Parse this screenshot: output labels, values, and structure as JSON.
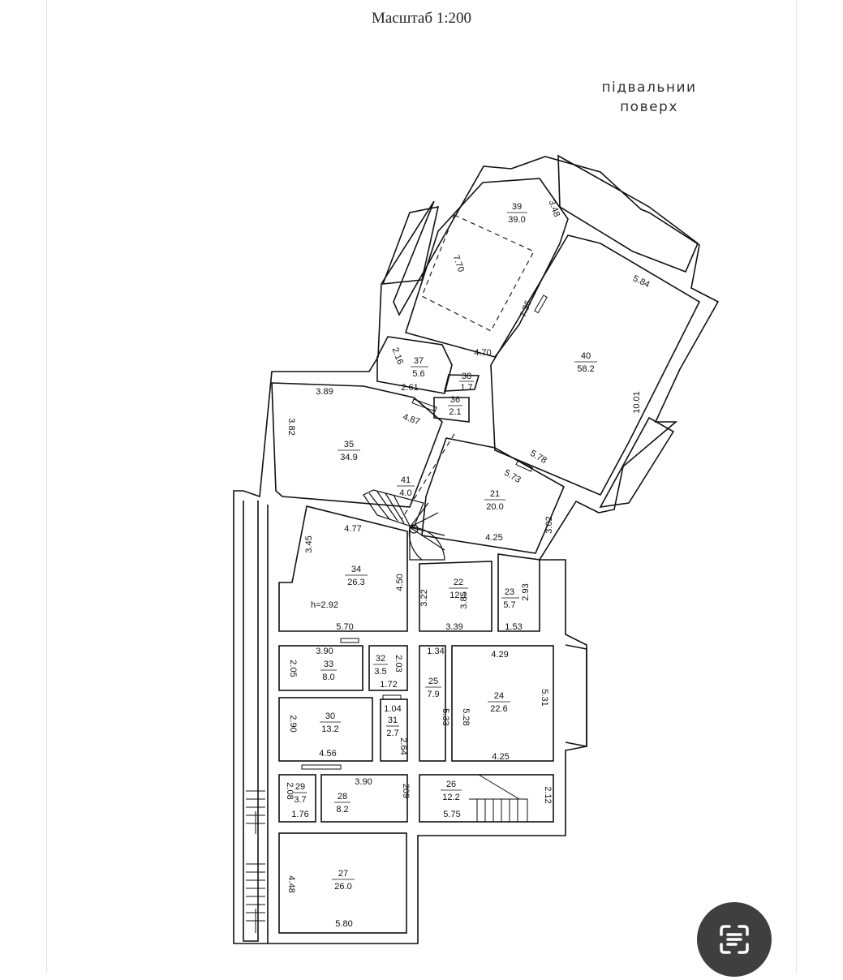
{
  "header": {
    "scale": "Масштаб 1:200"
  },
  "floor_label": {
    "line1": "підвальнии",
    "line2": "поверх"
  },
  "rooms": {
    "r39": {
      "num": "39",
      "area": "39.0"
    },
    "r40": {
      "num": "40",
      "area": "58.2"
    },
    "r37": {
      "num": "37",
      "area": "5.6"
    },
    "r38": {
      "num": "38",
      "area": "1.7"
    },
    "r36": {
      "num": "36",
      "area": "2.1"
    },
    "r35": {
      "num": "35",
      "area": "34.9"
    },
    "r41": {
      "num": "41",
      "area": "4.0"
    },
    "r21": {
      "num": "21",
      "area": "20.0"
    },
    "r34": {
      "num": "34",
      "area": "26.3"
    },
    "r22": {
      "num": "22",
      "area": "12.1"
    },
    "r23": {
      "num": "23",
      "area": "5.7"
    },
    "r33": {
      "num": "33",
      "area": "8.0"
    },
    "r32": {
      "num": "32",
      "area": "3.5"
    },
    "r25": {
      "num": "25",
      "area": "7.9"
    },
    "r24": {
      "num": "24",
      "area": "22.6"
    },
    "r30": {
      "num": "30",
      "area": "13.2"
    },
    "r31": {
      "num": "31",
      "area": "2.7"
    },
    "r29": {
      "num": "29",
      "area": "3.7"
    },
    "r28": {
      "num": "28",
      "area": "8.2"
    },
    "r26": {
      "num": "26",
      "area": "12.2"
    },
    "r27": {
      "num": "27",
      "area": "26.0"
    }
  },
  "dimensions": {
    "d3_48": "3.48",
    "d7_70": "7.70",
    "d7_36": "7.36",
    "d5_84": "5.84",
    "d4_70": "4.70",
    "d2_16": "2.16",
    "d2_61": "2.61",
    "d10_01": "10.01",
    "d3_89": "3.89",
    "d3_82": "3.82",
    "d4_87": "4.87",
    "d5_78": "5.78",
    "d5_73": "5.73",
    "d3_02": "3.02",
    "d4_25a": "4.25",
    "d4_77": "4.77",
    "d3_45": "3.45",
    "d4_50": "4.50",
    "d3_22": "3.22",
    "d3_85": "3.85",
    "d2_93": "2.93",
    "h": "h=2.92",
    "d5_70": "5.70",
    "d3_39": "3.39",
    "d1_53": "1.53",
    "d3_90a": "3.90",
    "d1_34": "1.34",
    "d4_29": "4.29",
    "d2_05": "2.05",
    "d2_03": "2.03",
    "d1_72": "1.72",
    "d5_31": "5.31",
    "d1_04": "1.04",
    "d5_33": "5.33",
    "d5_28": "5.28",
    "d2_90": "2.90",
    "d2_64": "2.64",
    "d4_56": "4.56",
    "d4_25b": "4.25",
    "d2_08": "2.08",
    "d3_90b": "3.90",
    "d2_09": "209",
    "d2_12": "2.12",
    "d1_76": "1.76",
    "d5_75": "5.75",
    "d4_48": "4.48",
    "d5_80": "5.80"
  }
}
